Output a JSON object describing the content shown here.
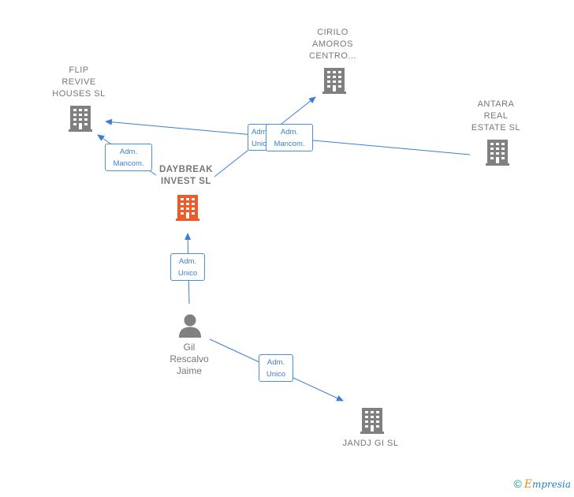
{
  "nodes": {
    "cirilo": {
      "label": "CIRILO\nAMOROS\nCENTRO...",
      "icon": "building-icon",
      "color": "#808080"
    },
    "flip": {
      "label": "FLIP\nREVIVE\nHOUSES SL",
      "icon": "building-icon",
      "color": "#808080"
    },
    "antara": {
      "label": "ANTARA\nREAL\nESTATE SL",
      "icon": "building-icon",
      "color": "#808080"
    },
    "daybreak": {
      "label": "DAYBREAK\nINVEST SL",
      "icon": "building-icon",
      "color": "#f05a28"
    },
    "gil": {
      "label": "Gil\nRescalvo\nJaime",
      "icon": "person-icon",
      "color": "#808080"
    },
    "jandj": {
      "label": "JANDJ GI SL",
      "icon": "building-icon",
      "color": "#808080"
    }
  },
  "edge_labels": {
    "daybreak_flip": "Adm.\nMancom.",
    "daybreak_cirilo": "Adm.\nUnico",
    "antara_flip": "Adm.\nMancom.",
    "gil_daybreak": "Adm.\nUnico",
    "gil_jandj": "Adm.\nUnico"
  },
  "colors": {
    "edge": "#3a7fd5",
    "accent": "#f05a28"
  },
  "footer": {
    "copyright": "©",
    "brand_initial": "E",
    "brand_rest": "mpresia"
  }
}
